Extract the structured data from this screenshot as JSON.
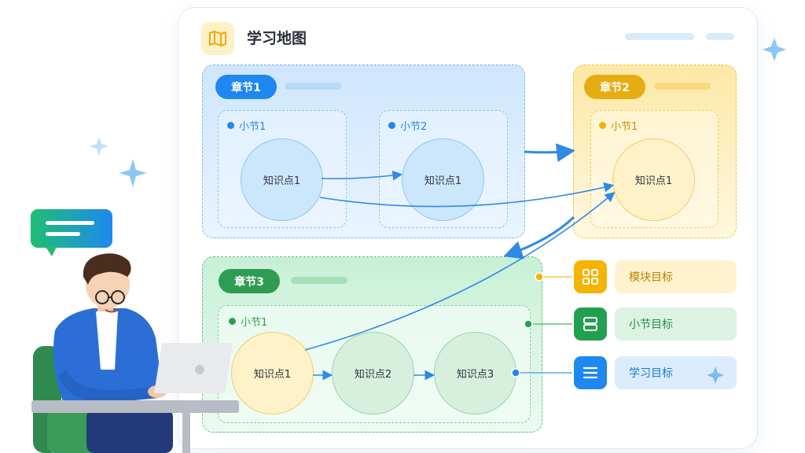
{
  "header": {
    "title": "学习地图",
    "icon": "map-icon"
  },
  "chapters": [
    {
      "label": "章节1",
      "color": "#1e88f0"
    },
    {
      "label": "章节2",
      "color": "#e6ad12"
    },
    {
      "label": "章节3",
      "color": "#2e9d53"
    }
  ],
  "sections": [
    {
      "label": "小节1",
      "color": "#1e88f0"
    },
    {
      "label": "小节2",
      "color": "#1e88f0"
    },
    {
      "label": "小节1",
      "color": "#e6ad12"
    },
    {
      "label": "小节1",
      "color": "#2e9d53"
    }
  ],
  "nodes": [
    {
      "label": "知识点1"
    },
    {
      "label": "知识点1"
    },
    {
      "label": "知识点1"
    },
    {
      "label": "知识点1"
    },
    {
      "label": "知识点2"
    },
    {
      "label": "知识点3"
    }
  ],
  "legend": [
    {
      "label": "模块目标",
      "icon": "grid-icon",
      "color": "#f5b400"
    },
    {
      "label": "小节目标",
      "icon": "stack-icon",
      "color": "#22a04f"
    },
    {
      "label": "学习目标",
      "icon": "list-icon",
      "color": "#1e88f0"
    }
  ]
}
